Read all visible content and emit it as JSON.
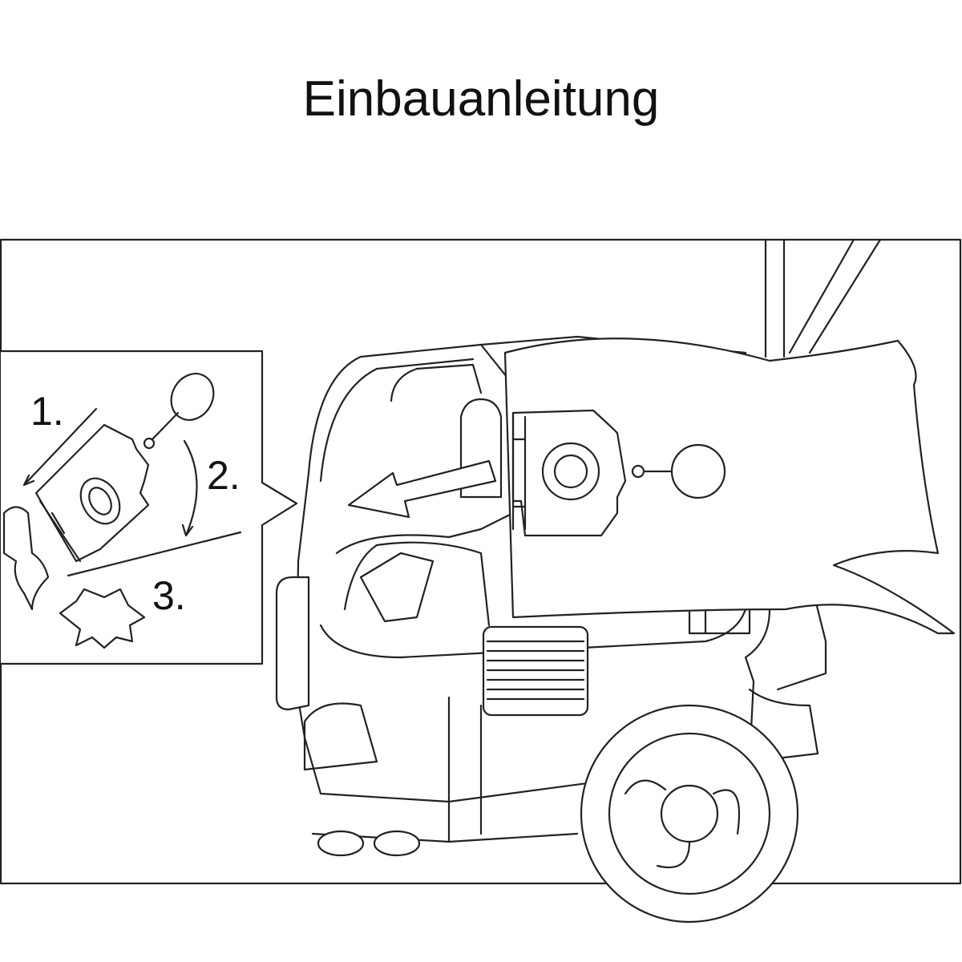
{
  "title": "Einbauanleitung",
  "steps": [
    "1.",
    "2.",
    "3."
  ]
}
